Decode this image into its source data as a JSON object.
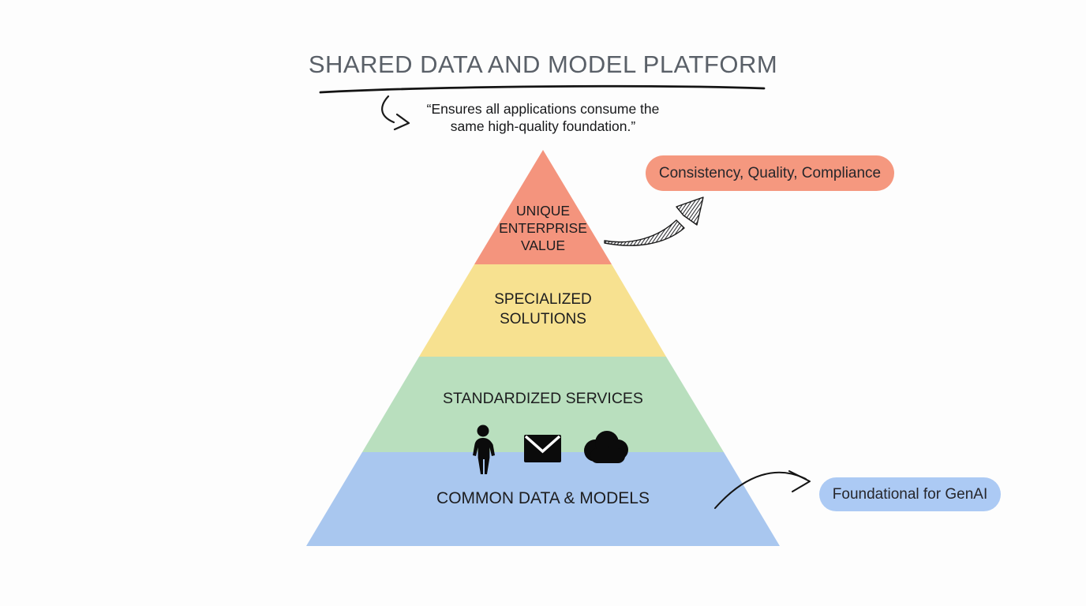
{
  "title": "SHARED DATA AND MODEL PLATFORM",
  "quote": "“Ensures all applications consume the\nsame high-quality foundation.”",
  "pyramid": {
    "layers": [
      {
        "id": "unique-enterprise-value",
        "label": "UNIQUE\nENTERPRISE\nVALUE",
        "color": "#f4947d"
      },
      {
        "id": "specialized-solutions",
        "label": "SPECIALIZED\nSOLUTIONS",
        "color": "#f7e190"
      },
      {
        "id": "standardized-services",
        "label": "STANDARDIZED SERVICES",
        "color": "#b9dfbe"
      },
      {
        "id": "common-data-models",
        "label": "COMMON DATA & MODELS",
        "color": "#a9c7ef"
      }
    ],
    "icons": [
      "person-icon",
      "envelope-icon",
      "cloud-icon"
    ]
  },
  "callouts": {
    "top": {
      "label": "Consistency, Quality, Compliance",
      "color": "#f5987f"
    },
    "bottom": {
      "label": "Foundational for GenAI",
      "color": "#accaf4"
    }
  }
}
